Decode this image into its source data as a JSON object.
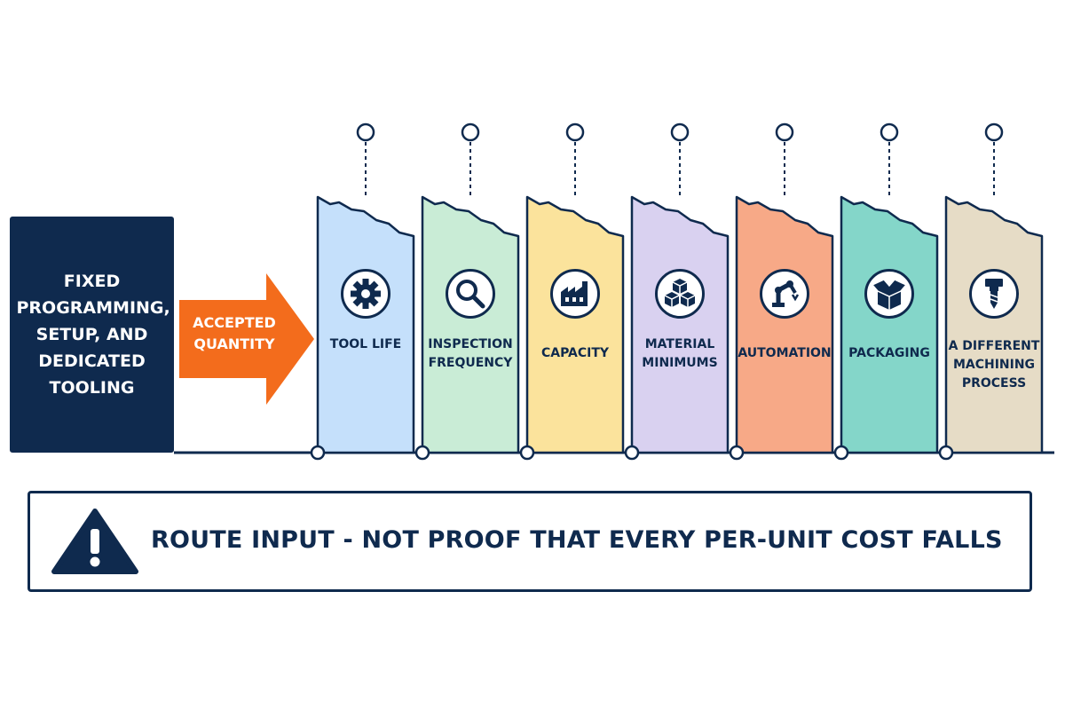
{
  "source": {
    "label": "FIXED PROGRAMMING, SETUP, AND DEDICATED TOOLING",
    "color": "#0f2a4e"
  },
  "arrow": {
    "label": "ACCEPTED QUANTITY",
    "color": "#f36c1c"
  },
  "stages": [
    {
      "label": "TOOL LIFE",
      "icon": "gear-icon",
      "color": "#c5e0fb"
    },
    {
      "label": "INSPECTION FREQUENCY",
      "icon": "magnifier-icon",
      "color": "#c9ecd6"
    },
    {
      "label": "CAPACITY",
      "icon": "factory-icon",
      "color": "#fbe39c"
    },
    {
      "label": "MATERIAL MINIMUMS",
      "icon": "cubes-icon",
      "color": "#d9d1f0"
    },
    {
      "label": "AUTOMATION",
      "icon": "robot-arm-icon",
      "color": "#f7a987"
    },
    {
      "label": "PACKAGING",
      "icon": "box-icon",
      "color": "#84d6c9"
    },
    {
      "label": "A DIFFERENT MACHINING PROCESS",
      "icon": "drill-icon",
      "color": "#e6dcc6"
    }
  ],
  "banner": {
    "text": "ROUTE INPUT - NOT PROOF THAT EVERY PER-UNIT COST FALLS",
    "icon": "warning-icon"
  },
  "line_color": "#0f2a4e"
}
